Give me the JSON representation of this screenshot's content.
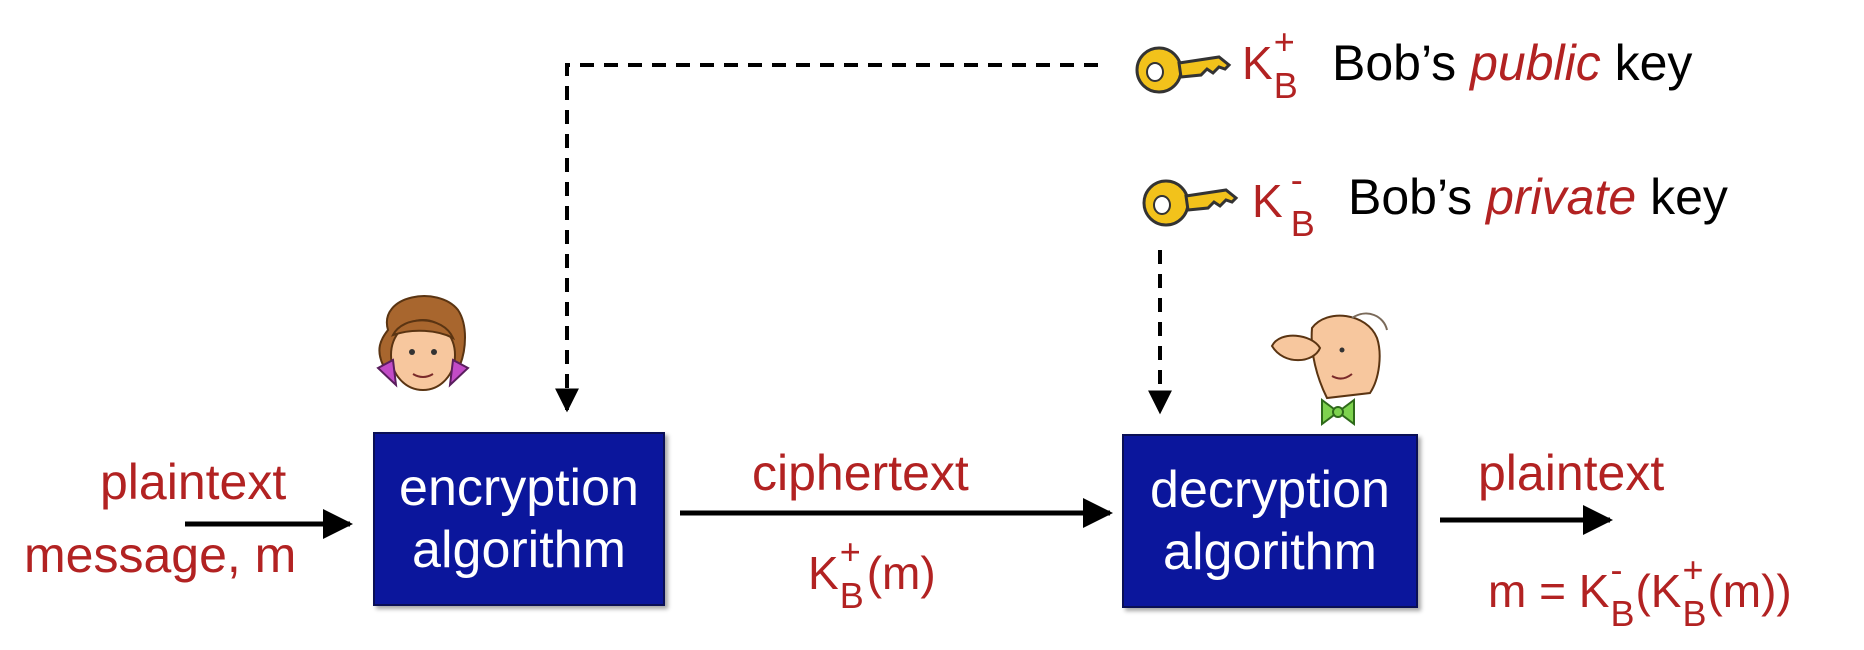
{
  "keys": {
    "public": {
      "symbol": "K",
      "super": "+",
      "sub": "B",
      "prefix": "Bob’s",
      "emph": "public",
      "suffix": "key"
    },
    "private": {
      "symbol": "K",
      "super": "-",
      "sub": "B",
      "prefix": "Bob’s",
      "emph": "private",
      "suffix": "key"
    }
  },
  "input": {
    "line1": "plaintext",
    "line2": "message, m"
  },
  "encrypt_box": {
    "line1": "encryption",
    "line2": "algorithm"
  },
  "decrypt_box": {
    "line1": "decryption",
    "line2": "algorithm"
  },
  "ciphertext": {
    "label": "ciphertext",
    "formula": {
      "symbol": "K",
      "super": "+",
      "sub": "B",
      "arg": "(m)"
    }
  },
  "output": {
    "label": "plaintext",
    "formula": {
      "lhs": "m = ",
      "outer_symbol": "K",
      "outer_super": "-",
      "outer_sub": "B",
      "open": "(",
      "inner_symbol": "K",
      "inner_super": "+",
      "inner_sub": "B",
      "inner_arg": "(m)",
      "close": ")"
    }
  },
  "colors": {
    "box": "#0b169c",
    "text_red": "#b22222",
    "key_gold": "#f2c21b"
  }
}
